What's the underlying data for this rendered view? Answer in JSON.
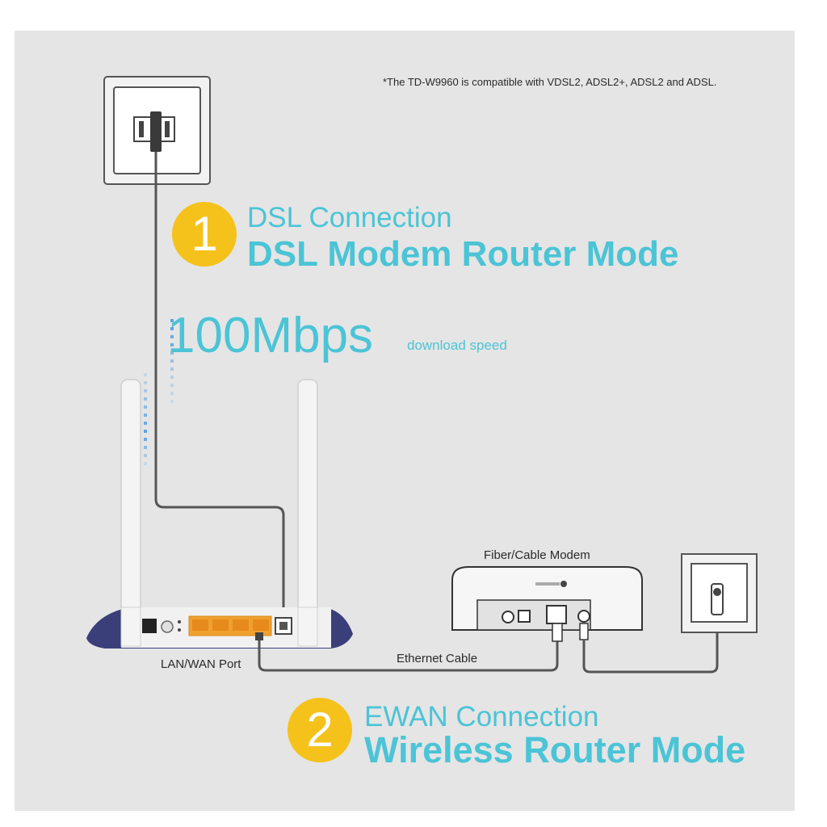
{
  "note": "*The TD-W9960 is compatible with VDSL2, ADSL2+, ADSL2 and ADSL.",
  "mode1": {
    "number": "1",
    "connection": "DSL Connection",
    "mode": "DSL Modem Router Mode"
  },
  "speed": {
    "value": "100Mbps",
    "label": "download speed"
  },
  "mode2": {
    "number": "2",
    "connection": "EWAN Connection",
    "mode": "Wireless Router Mode"
  },
  "labels": {
    "lan_wan_port": "LAN/WAN Port",
    "ethernet_cable": "Ethernet Cable",
    "fiber_cable_modem": "Fiber/Cable Modem"
  },
  "colors": {
    "accent": "#4bc4d6",
    "badge": "#f5c21b",
    "background": "#e5e5e5",
    "port": "#f0a030"
  }
}
